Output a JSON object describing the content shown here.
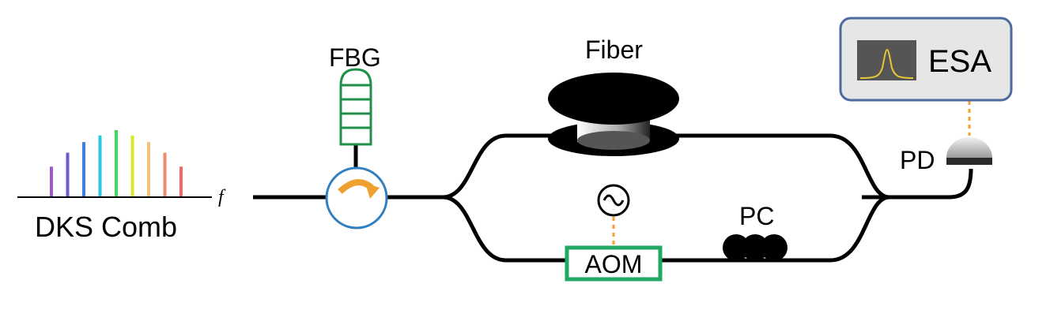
{
  "labels": {
    "comb": "DKS Comb",
    "axis": "f",
    "fbg": "FBG",
    "fiber": "Fiber",
    "aom": "AOM",
    "pc": "PC",
    "pd": "PD",
    "esa": "ESA"
  },
  "comb_lines": [
    {
      "relative_height": 0.45,
      "color": "#9b59d0"
    },
    {
      "relative_height": 0.66,
      "color": "#6a5acd"
    },
    {
      "relative_height": 0.82,
      "color": "#3f7fe0"
    },
    {
      "relative_height": 0.92,
      "color": "#27c8e0"
    },
    {
      "relative_height": 1.0,
      "color": "#3ddc5a"
    },
    {
      "relative_height": 0.92,
      "color": "#d9e82a"
    },
    {
      "relative_height": 0.82,
      "color": "#f2c27a"
    },
    {
      "relative_height": 0.66,
      "color": "#ef8a6a"
    },
    {
      "relative_height": 0.45,
      "color": "#f06a6a"
    }
  ],
  "colors": {
    "fbg_green": "#1f8f4a",
    "aom_green": "#22a866",
    "circulator_blue": "#2f7fc1",
    "circulator_arrow": "#f0a030",
    "dashed_orange": "#f0a030",
    "esa_border": "#4a6aa0",
    "esa_fill": "#e6e6e6",
    "esa_screen": "#555555",
    "esa_trace": "#e8c832"
  }
}
